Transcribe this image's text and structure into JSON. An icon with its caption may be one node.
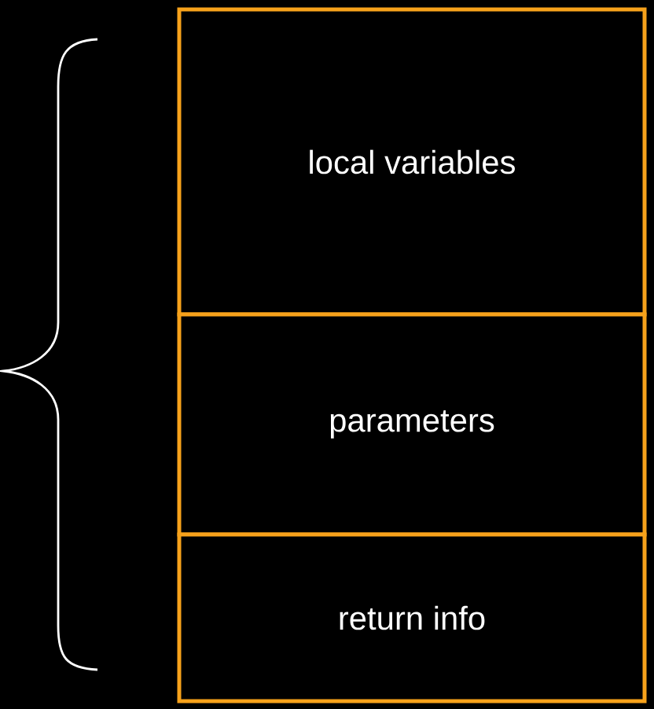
{
  "diagram": {
    "nodes": [
      {
        "text": [
          "local variables"
        ]
      },
      {
        "text": [
          "parameters"
        ]
      },
      {
        "text": [
          "return info"
        ]
      }
    ]
  }
}
